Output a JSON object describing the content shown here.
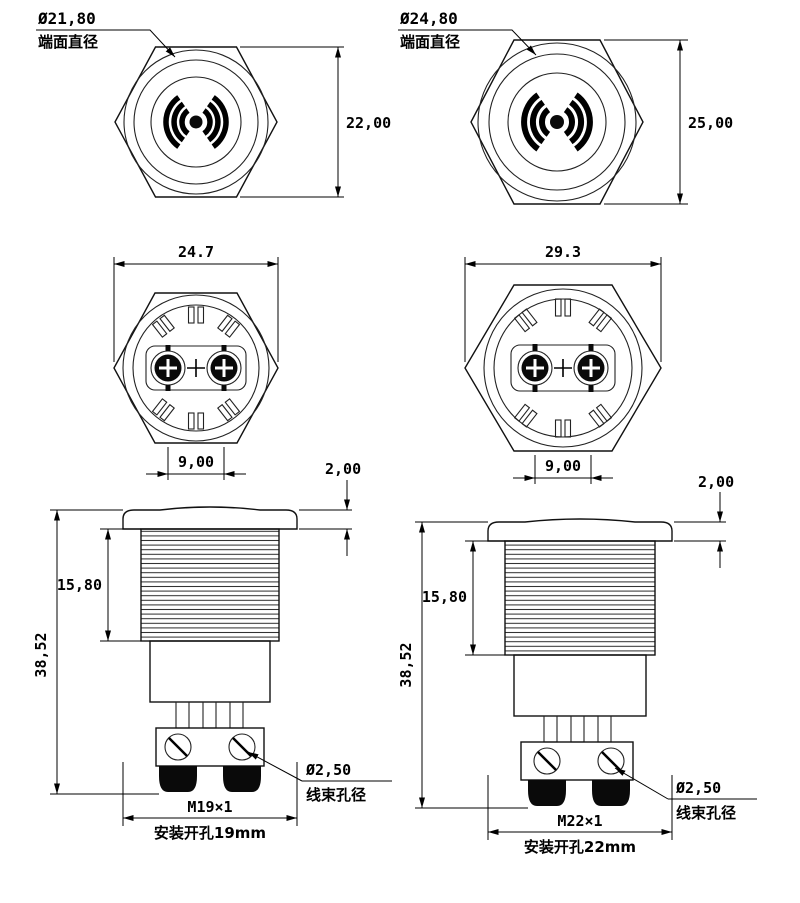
{
  "drawing": {
    "front_left": {
      "dia": "Ø21,80",
      "face": "端面直径",
      "height": "22,00"
    },
    "front_right": {
      "dia": "Ø24,80",
      "face": "端面直径",
      "height": "25,00"
    },
    "back_left": {
      "width": "24.7",
      "spacing": "9,00"
    },
    "back_right": {
      "width": "29.3",
      "spacing": "9,00"
    },
    "side_left": {
      "head": "2,00",
      "thread_len": "15,80",
      "total": "38,52",
      "thread": "M19×1",
      "hole": "安装开孔19mm",
      "wire_dia": "Ø2,50",
      "wire": "线束孔径"
    },
    "side_right": {
      "head": "2,00",
      "thread_len": "15,80",
      "total": "38,52",
      "thread": "M22×1",
      "hole": "安装开孔22mm",
      "wire_dia": "Ø2,50",
      "wire": "线束孔径"
    }
  }
}
